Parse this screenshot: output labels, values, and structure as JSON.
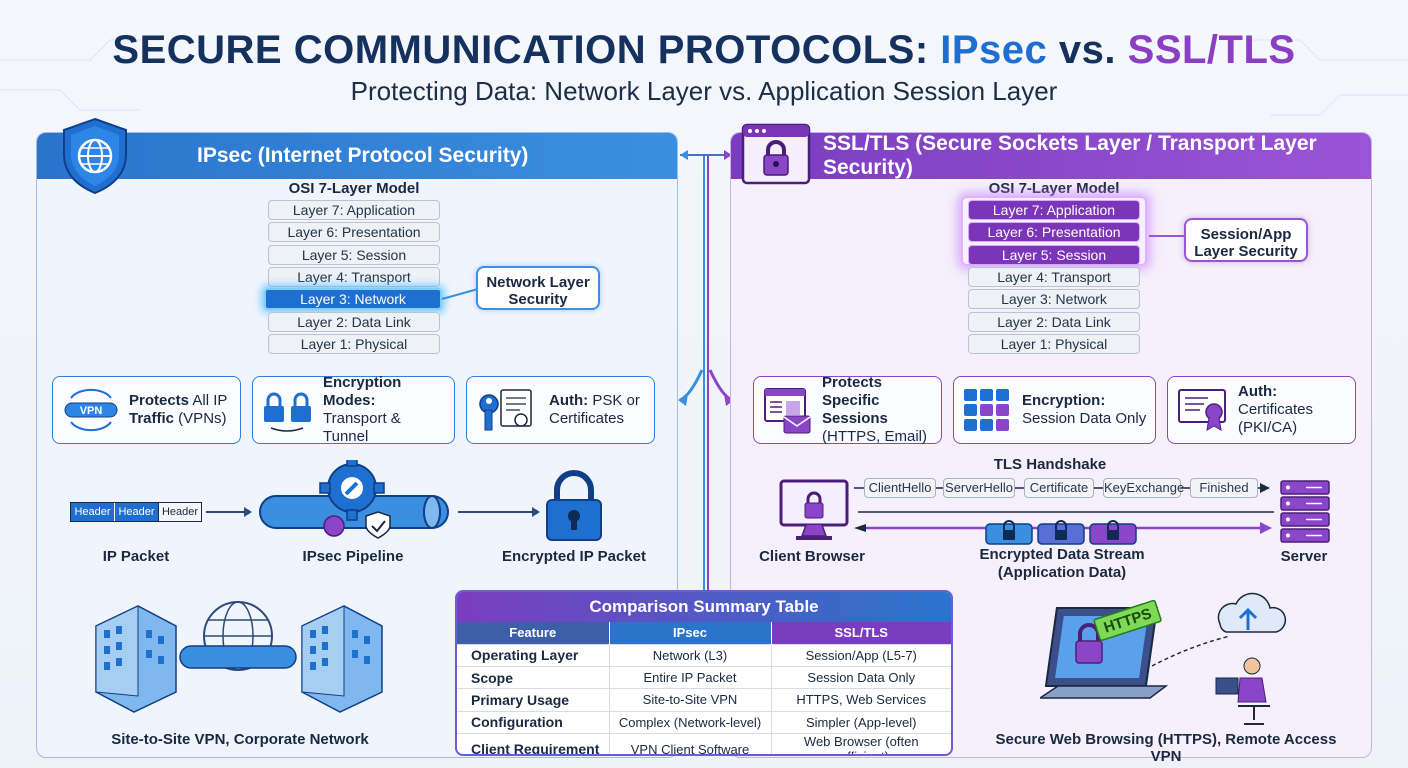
{
  "title": {
    "prefix": "SECURE COMMUNICATION PROTOCOLS: ",
    "ipsec": "IPsec",
    "vs": " vs. ",
    "ssl": "SSL/TLS"
  },
  "subtitle": "Protecting Data: Network Layer vs. Application Session Layer",
  "colors": {
    "ipsec": "#1f6fd1",
    "ssl": "#8a3fc4",
    "title": "#15315e"
  },
  "ipsec": {
    "header": "IPsec (Internet Protocol Security)",
    "osi_title": "OSI 7-Layer Model",
    "layers": [
      "Layer 7: Application",
      "Layer 6: Presentation",
      "Layer 5: Session",
      "Layer 4: Transport",
      "Layer 3: Network",
      "Layer 2: Data Link",
      "Layer 1: Physical"
    ],
    "callout": "Network Layer Security",
    "features": [
      {
        "bold": "Protects",
        "rest": " All IP",
        "bold2": "Traffic",
        "rest2": " (VPNs)",
        "icon": "vpn-tunnel-icon"
      },
      {
        "bold": "Encryption Modes:",
        "rest2": "Transport & Tunnel",
        "icon": "padlocks-icon"
      },
      {
        "bold": "Auth:",
        "rest": " PSK or",
        "rest2": "Certificates",
        "icon": "key-certificate-icon"
      }
    ],
    "packet_headers": [
      "Header",
      "Header",
      "Header"
    ],
    "pipeline_labels": [
      "IP Packet",
      "IPsec Pipeline",
      "Encrypted IP Packet"
    ],
    "scenario": "Site-to-Site VPN, Corporate Network"
  },
  "ssl": {
    "header": "SSL/TLS (Secure Sockets Layer / Transport Layer Security)",
    "osi_title": "OSI 7-Layer Model",
    "layers": [
      "Layer 7: Application",
      "Layer 6: Presentation",
      "Layer 5: Session",
      "Layer 4: Transport",
      "Layer 3: Network",
      "Layer 2: Data Link",
      "Layer 1: Physical"
    ],
    "callout": "Session/App Layer Security",
    "features": [
      {
        "bold": "Protects Specific",
        "bold2": "Sessions",
        "rest3": "(HTTPS, Email)",
        "icon": "web-email-icon"
      },
      {
        "bold": "Encryption:",
        "rest2": "Session Data Only",
        "icon": "data-grid-icon"
      },
      {
        "bold": "Auth:",
        "rest": " Certificates",
        "rest2": "(PKI/CA)",
        "icon": "certificate-icon"
      }
    ],
    "handshake_title": "TLS Handshake",
    "handshake_steps": [
      "ClientHello",
      "ServerHello",
      "Certificate",
      "KeyExchange",
      "Finished"
    ],
    "labels": [
      "Client Browser",
      "Encrypted Data Stream",
      "(Application Data)",
      "Server"
    ],
    "https_badge": "HTTPS",
    "scenario": "Secure Web Browsing (HTTPS), Remote Access VPN"
  },
  "comparison": {
    "title": "Comparison Summary Table",
    "headers": [
      "Feature",
      "IPsec",
      "SSL/TLS"
    ],
    "rows": [
      [
        "Operating Layer",
        "Network (L3)",
        "Session/App (L5-7)"
      ],
      [
        "Scope",
        "Entire IP Packet",
        "Session Data Only"
      ],
      [
        "Primary Usage",
        "Site-to-Site VPN",
        "HTTPS, Web Services"
      ],
      [
        "Configuration",
        "Complex (Network-level)",
        "Simpler (App-level)"
      ],
      [
        "Client Requirement",
        "VPN Client Software",
        "Web Browser (often sufficient)"
      ]
    ]
  }
}
